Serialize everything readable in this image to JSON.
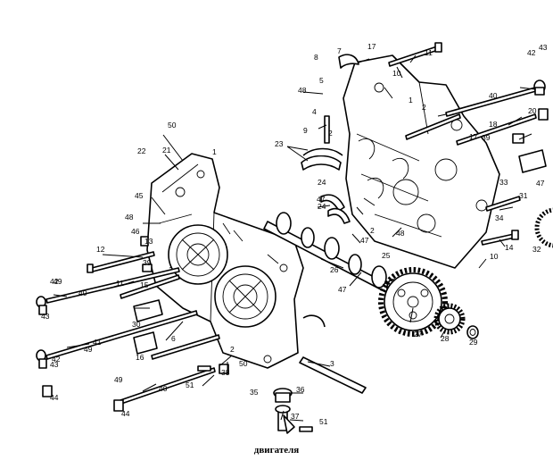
{
  "caption": "двигателя",
  "callouts": [
    "1",
    "2",
    "3",
    "4",
    "5",
    "6",
    "7",
    "8",
    "9",
    "10",
    "11",
    "12",
    "13",
    "14",
    "15",
    "16",
    "17",
    "18",
    "20",
    "21",
    "22",
    "23",
    "24",
    "25",
    "26",
    "27",
    "28",
    "29",
    "30",
    "31",
    "32",
    "33",
    "34",
    "35",
    "36",
    "37",
    "38",
    "39",
    "40",
    "41",
    "42",
    "43",
    "44",
    "45",
    "46",
    "47",
    "48",
    "49",
    "50",
    "51"
  ]
}
